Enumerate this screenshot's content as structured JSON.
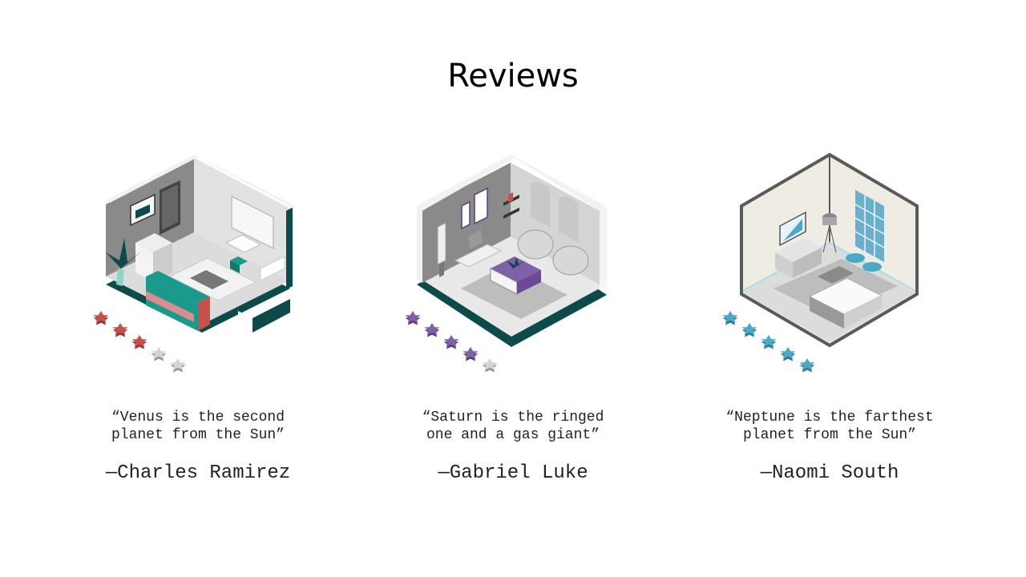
{
  "title": "Reviews",
  "reviews": [
    {
      "quote_line1": "“Venus is the second",
      "quote_line2": "planet from the Sun”",
      "author": "—Charles Ramirez",
      "rating": 3,
      "max_rating": 5,
      "accent": "#c8504b",
      "room": "bedroom"
    },
    {
      "quote_line1": "“Saturn is the ringed",
      "quote_line2": "one and a gas giant”",
      "author": "—Gabriel Luke",
      "rating": 4,
      "max_rating": 5,
      "accent": "#8060a8",
      "room": "living-room"
    },
    {
      "quote_line1": "“Neptune is the farthest",
      "quote_line2": "planet from the Sun”",
      "author": "—Naomi South",
      "rating": 5,
      "max_rating": 5,
      "accent": "#4aa8c8",
      "room": "bedroom"
    }
  ],
  "colors": {
    "floor_edge": "#0d4a4a",
    "wall": "#8a8a8a",
    "wall_light": "#e0e0e0",
    "star_empty": "#d8d4d4"
  }
}
